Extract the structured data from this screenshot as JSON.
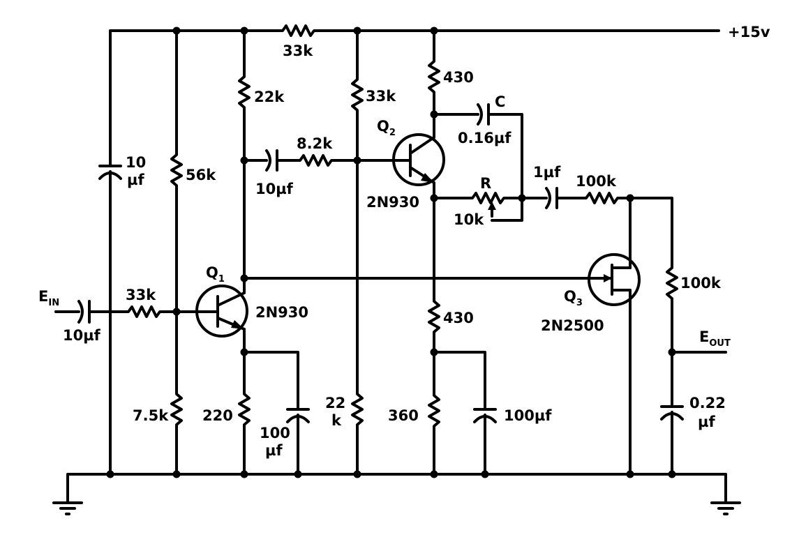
{
  "supply": {
    "label": "+15v"
  },
  "input": {
    "label": "E",
    "sub": "IN"
  },
  "output": {
    "label": "E",
    "sub": "OUT"
  },
  "components": {
    "c_in": {
      "value": "10µf"
    },
    "r_in": {
      "value": "33k"
    },
    "c_bypass_left": {
      "value_line1": "10",
      "value_line2": "µf"
    },
    "r_56k": {
      "value": "56k"
    },
    "r_75k": {
      "value": "7.5k"
    },
    "r_22k_top": {
      "value": "22k"
    },
    "r_33k_rail": {
      "value": "33k"
    },
    "r_33k_vert": {
      "value": "33k"
    },
    "r_22k_bottom": {
      "value_line1": "22",
      "value_line2": "k"
    },
    "r_220": {
      "value": "220"
    },
    "c_100_q1": {
      "value_line1": "100",
      "value_line2": "µf"
    },
    "c_coupling": {
      "value": "10µf"
    },
    "r_82k": {
      "value": "8.2k"
    },
    "r_430_top": {
      "value": "430"
    },
    "r_430_bottom": {
      "value": "430"
    },
    "r_360": {
      "value": "360"
    },
    "c_100_q2": {
      "value": "100µf"
    },
    "c_c": {
      "name": "C",
      "value": "0.16µf"
    },
    "r_r": {
      "name": "R",
      "value": "10k"
    },
    "c_1uf": {
      "value": "1µf"
    },
    "r_100k_h": {
      "value": "100k"
    },
    "r_100k_v": {
      "value": "100k"
    },
    "c_022": {
      "value_line1": "0.22",
      "value_line2": "µf"
    }
  },
  "transistors": {
    "q1": {
      "name": "Q",
      "sub": "1",
      "part": "2N930"
    },
    "q2": {
      "name": "Q",
      "sub": "2",
      "part": "2N930"
    },
    "q3": {
      "name": "Q",
      "sub": "3",
      "part": "2N2500"
    }
  }
}
